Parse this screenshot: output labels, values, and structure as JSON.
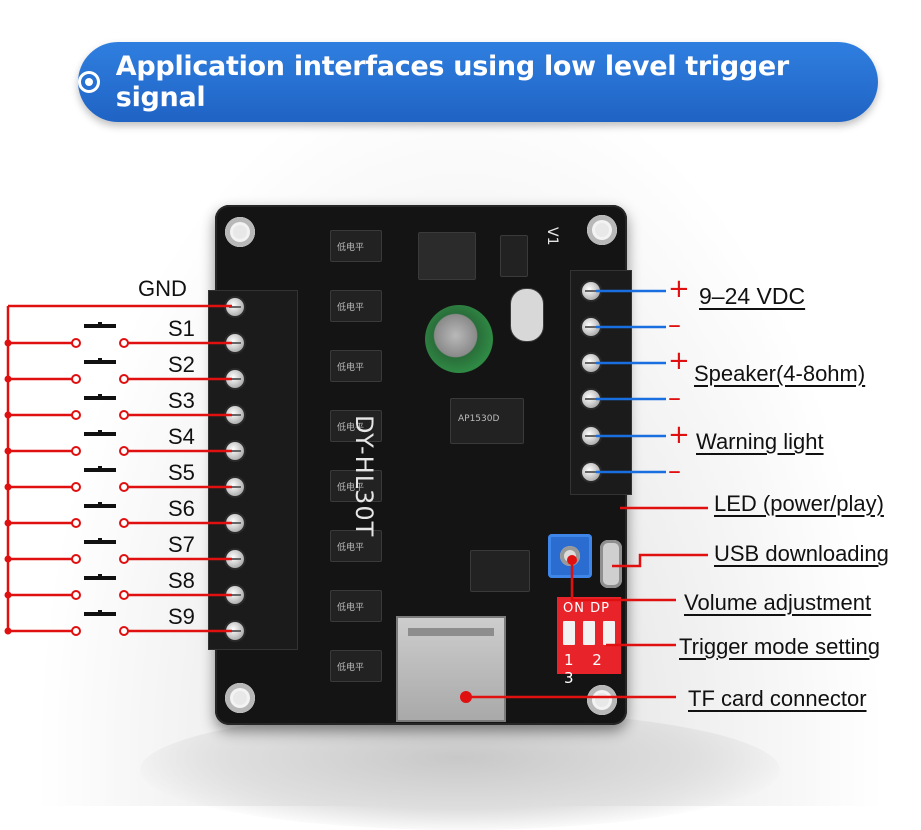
{
  "header": {
    "title": "Application interfaces using low level trigger signal",
    "icon": "target-icon",
    "color": "#2470d4"
  },
  "board": {
    "model": "DY-HL30T",
    "silk_v1": "V1",
    "chip_main": "AP1530D",
    "chip_low_level": "低电平",
    "dip_header": "ON DP",
    "dip_numbers": "1 2 3"
  },
  "left_labels": {
    "gnd": "GND",
    "switches": [
      "S1",
      "S2",
      "S3",
      "S4",
      "S5",
      "S6",
      "S7",
      "S8",
      "S9"
    ]
  },
  "right_labels": {
    "power": "9–24 VDC",
    "speaker": "Speaker(4-8ohm)",
    "warning": "Warning light",
    "led": "LED (power/play)",
    "usb": "USB downloading",
    "volume": "Volume adjustment",
    "trigger": "Trigger mode setting",
    "tf": "TF card connector"
  },
  "signs": {
    "plus": "+",
    "minus": "–"
  },
  "colors": {
    "red_wire": "#e01010",
    "blue_wire": "#1a6fe0",
    "board": "#141414",
    "dip_switch": "#e8242a",
    "pot": "#2a6cd0"
  }
}
